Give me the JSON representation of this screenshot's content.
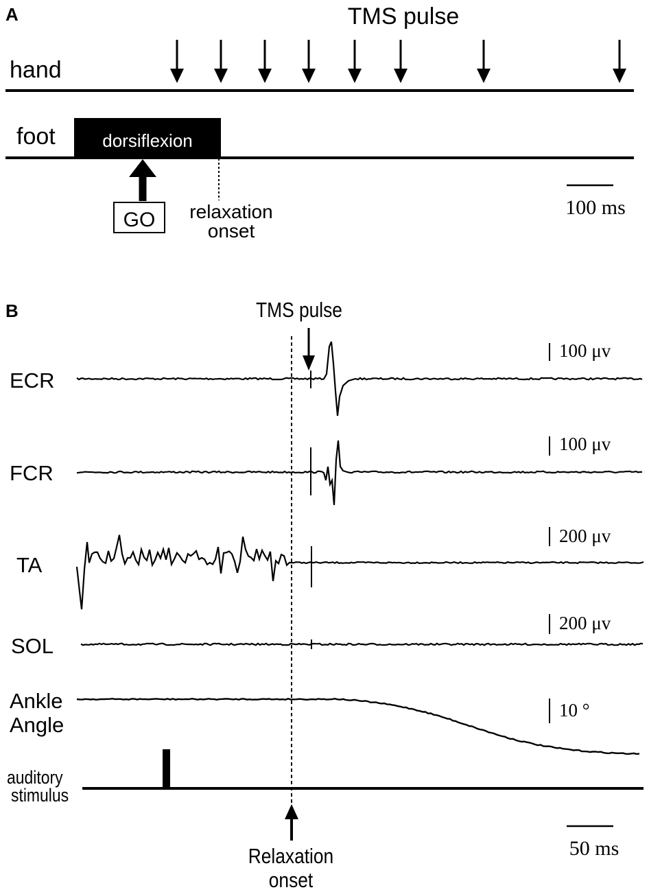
{
  "panel_a": {
    "letter": "A",
    "tms_label": "TMS pulse",
    "hand_label": "hand",
    "foot_label": "foot",
    "dorsiflexion_label": "dorsiflexion",
    "go_label": "GO",
    "relaxation_line1": "relaxation",
    "relaxation_line2": "onset",
    "scale_label": "100 ms"
  },
  "panel_b": {
    "letter": "B",
    "tms_label": "TMS pulse",
    "channels": [
      {
        "label": "ECR",
        "scale": "100 μv"
      },
      {
        "label": "FCR",
        "scale": "100 μv"
      },
      {
        "label": "TA",
        "scale": "200 μv"
      },
      {
        "label": "SOL",
        "scale": "200 μv"
      }
    ],
    "ankle_line1": "Ankle",
    "ankle_line2": "Angle",
    "ankle_scale": "10 °",
    "auditory_line1": "auditory",
    "auditory_line2": "stimulus",
    "relaxation_line1": "Relaxation",
    "relaxation_line2": "onset",
    "scale_label": "50 ms"
  }
}
